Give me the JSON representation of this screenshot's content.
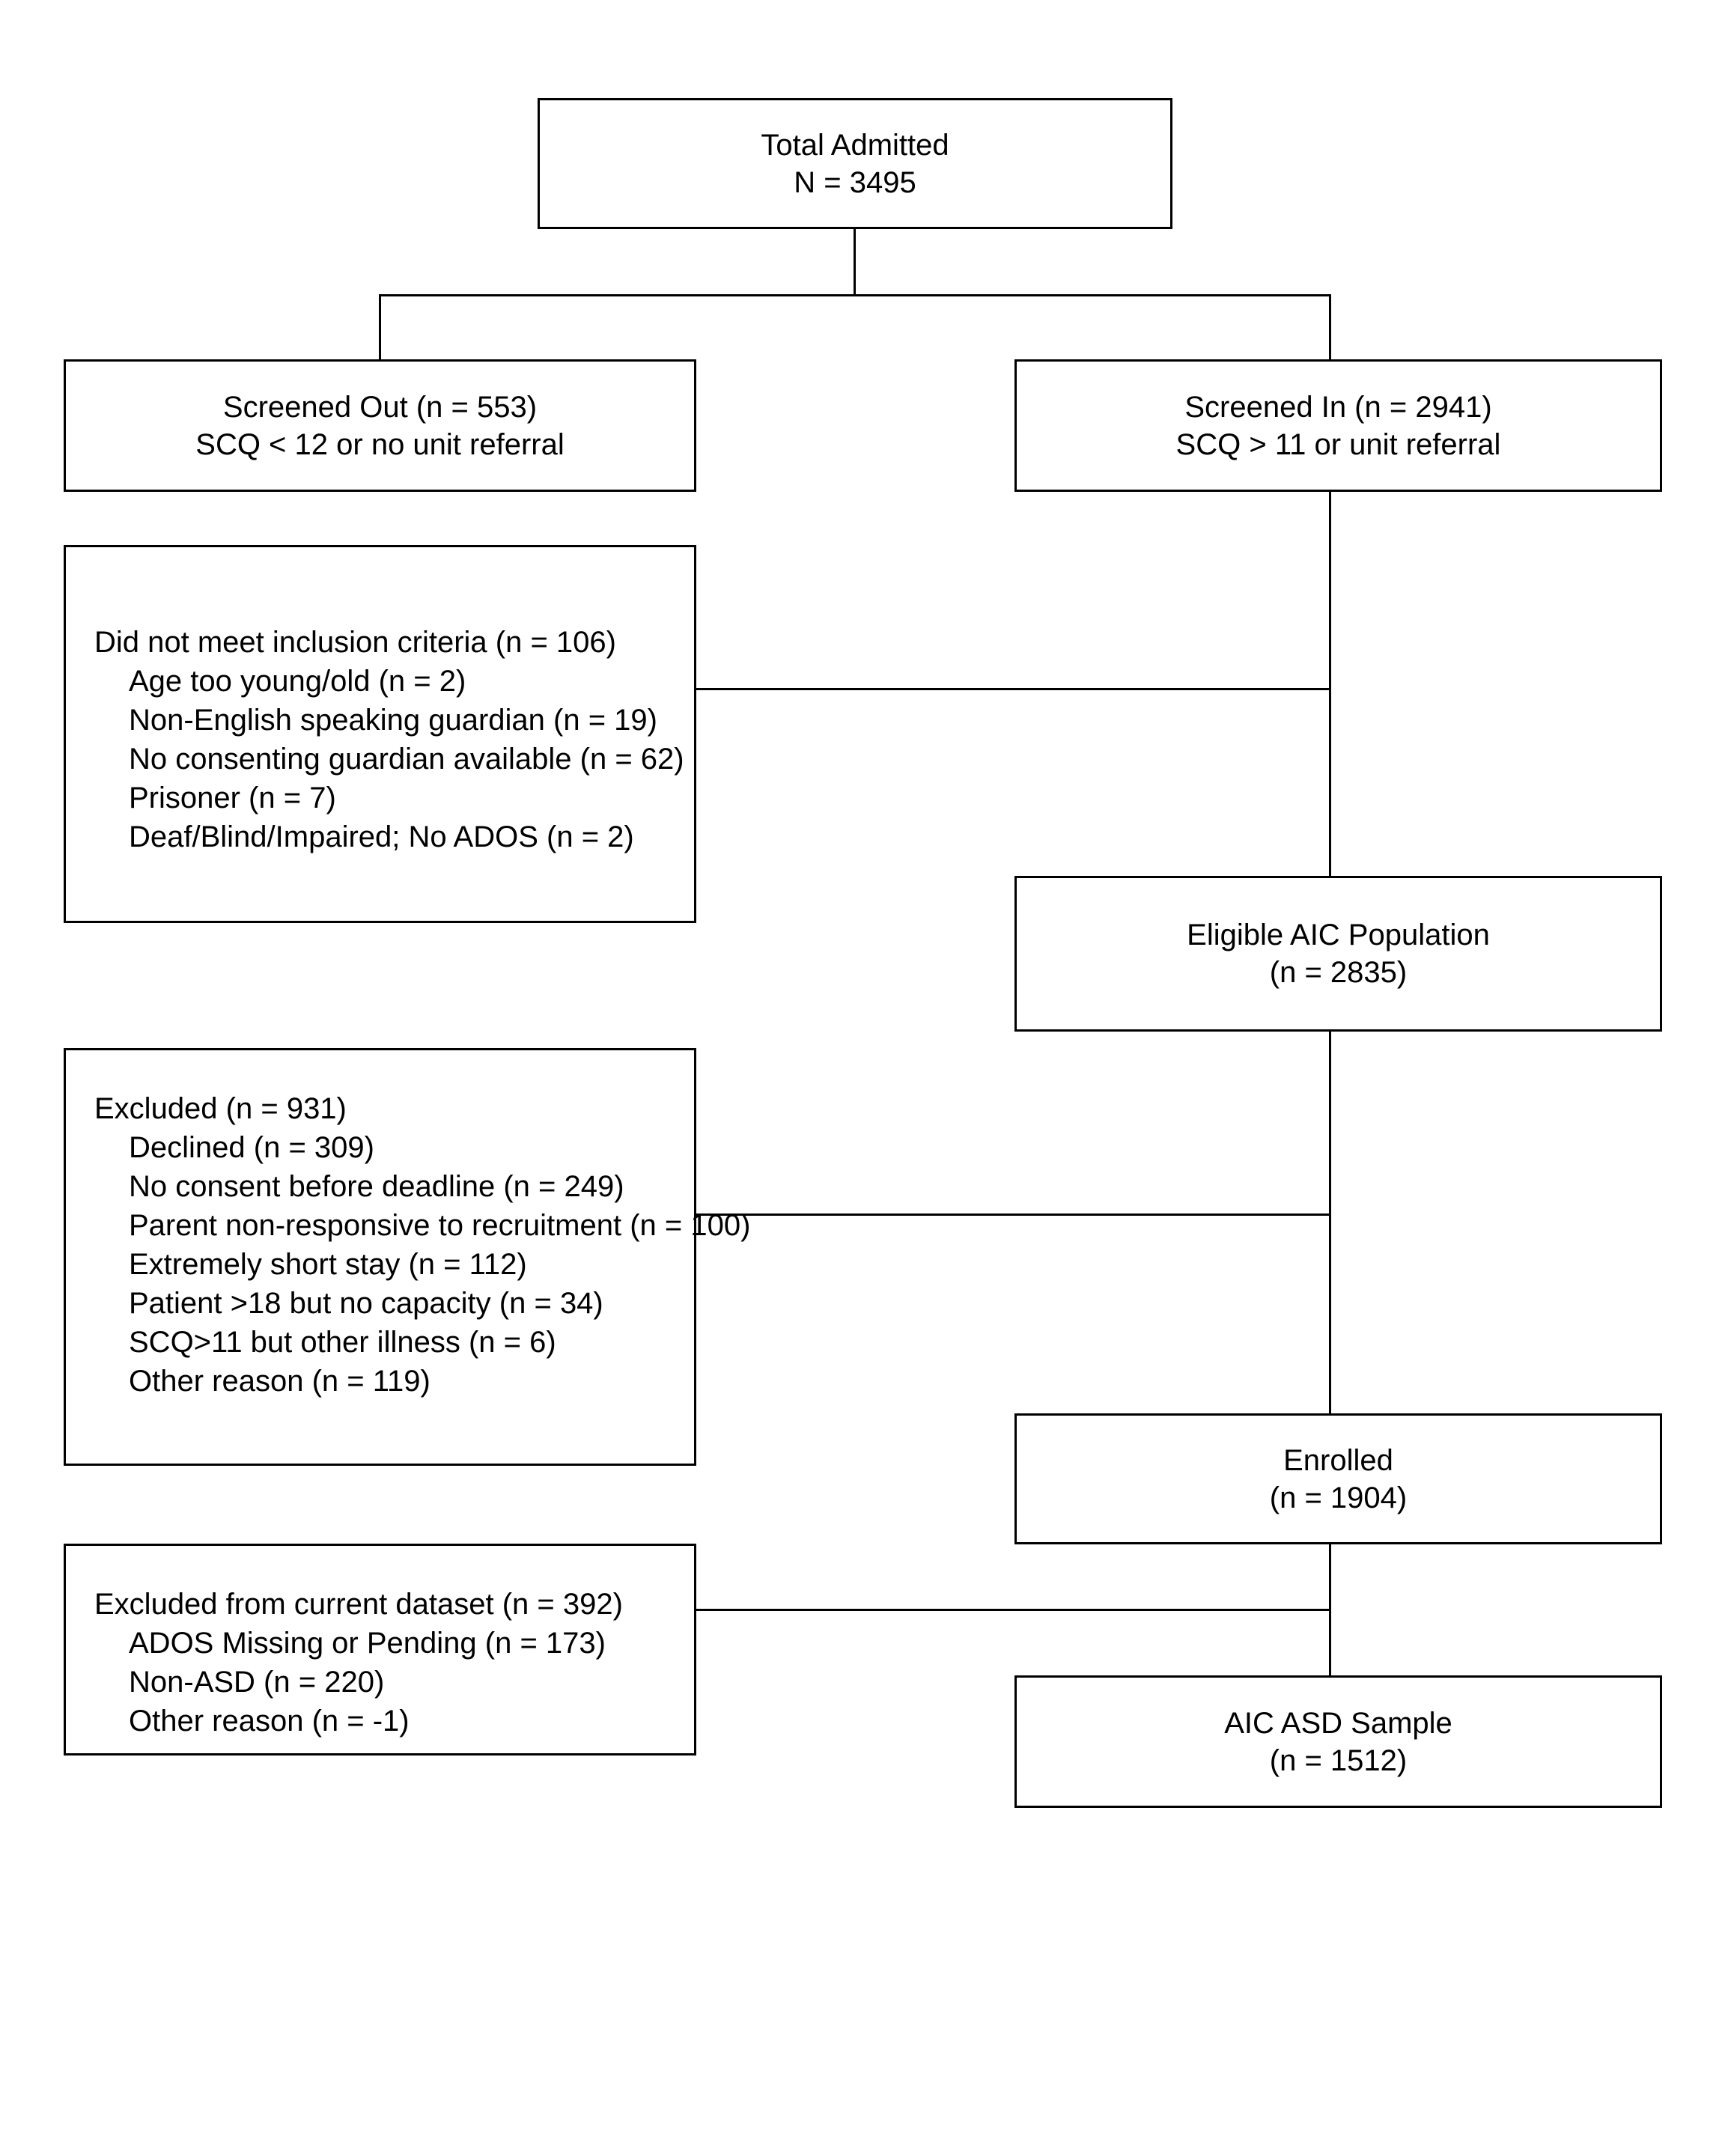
{
  "diagram": {
    "colors": {
      "line": "#000000",
      "background": "#ffffff",
      "text": "#000000"
    },
    "boxes": {
      "total_admitted": {
        "line1": "Total Admitted",
        "line2": "N = 3495"
      },
      "screened_out": {
        "line1": "Screened Out (n = 553)",
        "line2": "SCQ < 12 or no unit referral"
      },
      "screened_in": {
        "line1": "Screened In (n = 2941)",
        "line2": "SCQ > 11 or unit referral"
      },
      "not_meet_criteria": {
        "title": "Did not meet inclusion criteria (n = 106)",
        "items": [
          "Age too young/old (n = 2)",
          "Non-English speaking guardian (n = 19)",
          "No consenting guardian available (n = 62)",
          "Prisoner (n = 7)",
          "Deaf/Blind/Impaired; No ADOS (n = 2)"
        ]
      },
      "eligible": {
        "line1": "Eligible AIC Population",
        "line2": "(n = 2835)"
      },
      "excluded": {
        "title": "Excluded (n = 931)",
        "items": [
          "Declined (n = 309)",
          "No consent before deadline (n = 249)",
          "Parent non-responsive to recruitment (n = 100)",
          "Extremely short stay (n = 112)",
          "Patient >18 but no capacity (n = 34)",
          "SCQ>11 but other illness (n = 6)",
          "Other reason (n = 119)"
        ]
      },
      "enrolled": {
        "line1": "Enrolled",
        "line2": "(n = 1904)"
      },
      "excluded_dataset": {
        "title": "Excluded from current dataset (n = 392)",
        "items": [
          "ADOS Missing or Pending (n = 173)",
          "Non-ASD (n = 220)",
          "Other reason (n = -1)"
        ]
      },
      "asd_sample": {
        "line1": "AIC ASD Sample",
        "line2": "(n = 1512)"
      }
    }
  }
}
